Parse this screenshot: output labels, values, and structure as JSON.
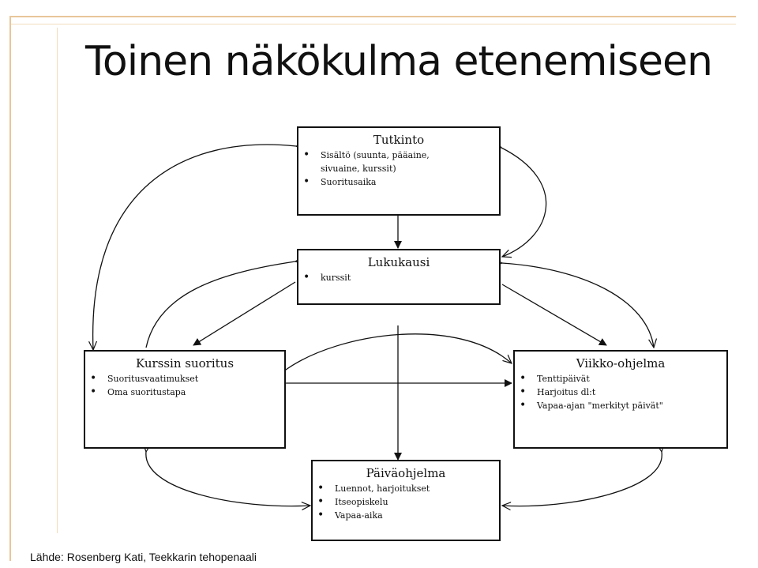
{
  "title": "Toinen näkökulma etenemiseen",
  "caption": "Lähde: Rosenberg Kati, Teekkarin tehopenaali",
  "boxes": {
    "tutkinto": {
      "title": "Tutkinto",
      "items": [
        "Sisältö (suunta, pääaine,",
        "sivuaine, kurssit)",
        "Suoritusaika"
      ]
    },
    "lukukausi": {
      "title": "Lukukausi",
      "items": [
        "kurssit"
      ]
    },
    "kurssin_suoritus": {
      "title": "Kurssin suoritus",
      "items": [
        "Suoritusvaatimukset",
        "Oma suoritustapa"
      ]
    },
    "viikko_ohjelma": {
      "title": "Viikko-ohjelma",
      "items": [
        "Tenttipäivät",
        "Harjoitus dl:t",
        "Vapaa-ajan \"merkityt päivät\""
      ]
    },
    "paivaohjelma": {
      "title": "Päiväohjelma",
      "items": [
        "Luennot, harjoitukset",
        "Itseopiskelu",
        "Vapaa-aika"
      ]
    }
  },
  "colors": {
    "frame": "#e8c79a",
    "line": "#111111"
  }
}
